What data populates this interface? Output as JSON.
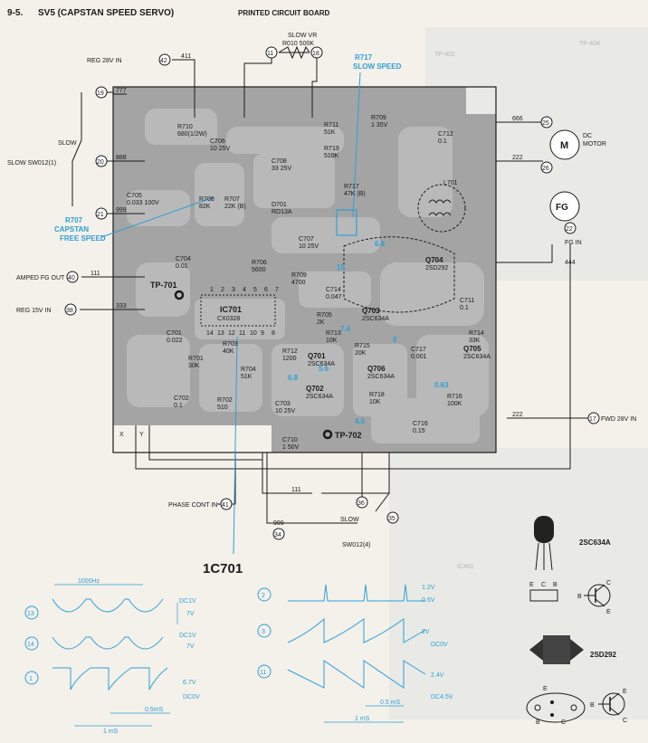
{
  "header": {
    "section": "9-5.",
    "title": "SV5 (CAPSTAN SPEED SERVO)",
    "subtitle": "PRINTED CIRCUIT BOARD"
  },
  "connectors": [
    {
      "num": "42",
      "label": "REG 28V IN"
    },
    {
      "num": "19",
      "label": "777"
    },
    {
      "num": "20",
      "label": "888"
    },
    {
      "num": "21",
      "label": "999"
    },
    {
      "num": "40",
      "label": "AMPED FG OUT"
    },
    {
      "num": "38",
      "label": "REG 15V IN"
    },
    {
      "num": "41",
      "label": "PHASE CONT IN"
    },
    {
      "num": "34",
      "label": "999"
    },
    {
      "num": "36",
      "label": ""
    },
    {
      "num": "35",
      "label": ""
    },
    {
      "num": "17",
      "label": "FWD 28V IN"
    },
    {
      "num": "25",
      "label": ""
    },
    {
      "num": "26",
      "label": ""
    },
    {
      "num": "22",
      "label": "FG IN"
    },
    {
      "num": "11",
      "label": ""
    },
    {
      "num": "18",
      "label": ""
    }
  ],
  "wire_numbers": [
    "411",
    "777",
    "888",
    "111",
    "333",
    "666",
    "222",
    "444",
    "222",
    "111",
    "999"
  ],
  "switch_labels": {
    "slow": "SLOW",
    "slow_sw": "SLOW SW012(1)",
    "slow2": "SLOW",
    "slow_sw2": "SW012(4)"
  },
  "slow_vr": {
    "line1": "SLOW VR",
    "line2": "R010 500K"
  },
  "motor": {
    "m": "M",
    "dc": "DC",
    "motor": "MOTOR",
    "fg": "FG"
  },
  "callouts": {
    "r717": [
      "R717",
      "SLOW SPEED"
    ],
    "r707": [
      "R707",
      "CAPSTAN",
      "FREE SPEED"
    ],
    "ic": "1C701"
  },
  "components": [
    {
      "ref": "R710",
      "val": "680(1/2W)"
    },
    {
      "ref": "C706",
      "val": "10 25V"
    },
    {
      "ref": "C708",
      "val": "33 25V"
    },
    {
      "ref": "R711",
      "val": "51K"
    },
    {
      "ref": "R719",
      "val": "510K"
    },
    {
      "ref": "R709",
      "val": "1 35V"
    },
    {
      "ref": "C712",
      "val": "0.1"
    },
    {
      "ref": "C705",
      "val": "0.033 100V"
    },
    {
      "ref": "R708",
      "val": "82K"
    },
    {
      "ref": "R707",
      "val": "22K (B)"
    },
    {
      "ref": "D701",
      "val": "RD13A"
    },
    {
      "ref": "R717",
      "val": "47K (B)"
    },
    {
      "ref": "L701",
      "val": ""
    },
    {
      "ref": "C707",
      "val": "10 25V"
    },
    {
      "ref": "C704",
      "val": "0.01"
    },
    {
      "ref": "R706",
      "val": "5600"
    },
    {
      "ref": "R709",
      "val": "4700"
    },
    {
      "ref": "C714",
      "val": "0.047"
    },
    {
      "ref": "Q704",
      "val": "2SD292"
    },
    {
      "ref": "C711",
      "val": "0.1"
    },
    {
      "ref": "R705",
      "val": "2K"
    },
    {
      "ref": "Q703",
      "val": "2SC634A"
    },
    {
      "ref": "R714",
      "val": "33K"
    },
    {
      "ref": "C701",
      "val": "0.022"
    },
    {
      "ref": "R703",
      "val": "40K"
    },
    {
      "ref": "R712",
      "val": "1200"
    },
    {
      "ref": "R713",
      "val": "10K"
    },
    {
      "ref": "R715",
      "val": "20K"
    },
    {
      "ref": "C717",
      "val": "0.001"
    },
    {
      "ref": "Q705",
      "val": "2SC634A"
    },
    {
      "ref": "R701",
      "val": "30K"
    },
    {
      "ref": "R704",
      "val": "51K"
    },
    {
      "ref": "Q701",
      "val": "2SC634A"
    },
    {
      "ref": "Q706",
      "val": "2SC634A"
    },
    {
      "ref": "C702",
      "val": "0.1"
    },
    {
      "ref": "R702",
      "val": "510"
    },
    {
      "ref": "C703",
      "val": "10 25V"
    },
    {
      "ref": "Q702",
      "val": "2SC634A"
    },
    {
      "ref": "R718",
      "val": "10K"
    },
    {
      "ref": "R716",
      "val": "100K"
    },
    {
      "ref": "C710",
      "val": "1 50V"
    },
    {
      "ref": "C716",
      "val": "0.15"
    }
  ],
  "test_points": [
    "TP-701",
    "TP-702"
  ],
  "ic": {
    "name": "IC701",
    "part": "CX0328",
    "pins_top": [
      "1",
      "2",
      "3",
      "4",
      "5",
      "6",
      "7"
    ],
    "pins_bottom": [
      "14",
      "13",
      "12",
      "11",
      "10",
      "9",
      "8"
    ]
  },
  "voltages": [
    "6.8",
    "15",
    "7.4",
    "8",
    "6.8",
    "5.6",
    "4.6",
    "0.63"
  ],
  "xy": [
    "X",
    "Y"
  ],
  "transistors": [
    {
      "name": "2SC634A",
      "pins": [
        "E",
        "C",
        "B"
      ],
      "sym": [
        "C",
        "B",
        "E"
      ]
    },
    {
      "name": "2SD292",
      "pins": [
        "E",
        "B",
        "C"
      ],
      "sym": [
        "E",
        "B",
        "C"
      ]
    }
  ],
  "waveforms": [
    {
      "id": "13",
      "top": "DC1V",
      "mid": "7V",
      "bottom": ""
    },
    {
      "id": "14",
      "top": "DC1V",
      "mid": "7V",
      "bottom": ""
    },
    {
      "id": "1",
      "top": "",
      "mid": "6.7V",
      "bottom": "DC0V"
    },
    {
      "id": "2",
      "top": "1.2V",
      "mid": "0.5V",
      "bottom": ""
    },
    {
      "id": "3",
      "top": "",
      "mid": "2V",
      "bottom": "DC0V"
    },
    {
      "id": "11",
      "top": "",
      "mid": "2.4V",
      "bottom": "DC4.5V"
    }
  ],
  "wave_dims": {
    "freq": "1000Hz",
    "t05a": "0.5mS",
    "t1a": "1 mS",
    "t05b": "0.5 mS",
    "t1b": "1 mS"
  },
  "background_labels": [
    "TP-404",
    "TP-402",
    "IC401",
    "2SC634A"
  ]
}
